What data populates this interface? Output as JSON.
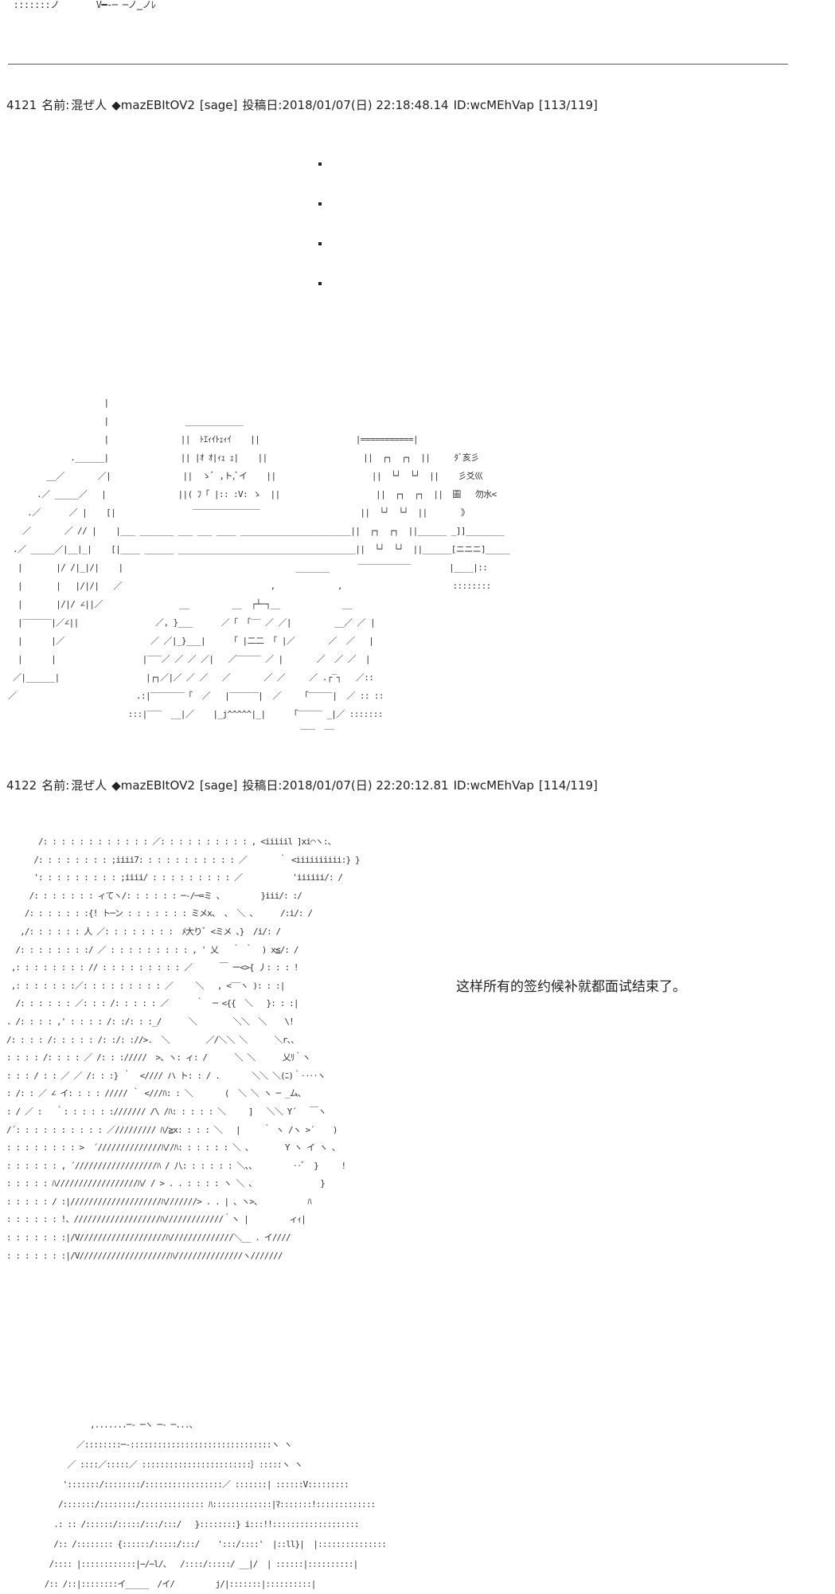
{
  "top_fragment": {
    "aa": " :::::::ノ       V━‐─ ─ノ‗ノﾚ"
  },
  "posts": [
    {
      "number": "4121",
      "name_label": "名前:",
      "name": "混ぜ人",
      "trip": "◆mazEBItOV2",
      "mail": "[sage]",
      "date_label": "投稿日:",
      "date": "2018/01/07(日) 22:18:48.14",
      "id": "ID:wcMEhVap",
      "count": "[113/119]"
    },
    {
      "number": "4122",
      "name_label": "名前:",
      "name": "混ぜ人",
      "trip": "◆mazEBItOV2",
      "mail": "[sage]",
      "date_label": "投稿日:",
      "date": "2018/01/07(日) 22:20:12.81",
      "id": "ID:wcMEhVap",
      "count": "[114/119]"
    }
  ],
  "caption": "这样所有的签约候补就都面试结束了。",
  "aa_scene": "                    |\n                    |                ____________\n                    |               ||  ﾄｴｨｲﾄｪｨｲ    ||                    |===========|\n             .______|               || |ｵ ｵ|ｨｪ ｪ|    ||                    ||  ┌┐  ┌┐  ||     ﾀﾞ亥彡\n        __／       ／|               ||  ゝﾞ ,ト,ﾞイ    ||                    ||  └┘  └┘  ||    彡爻巛\n      .／ _____／   |               ||( ﾌ「 |:: :V: ゝ  ||                    ||  ┌┐  ┌┐  ||  圖   勿水<\n    .／      ／ |    [|                ‾‾‾‾‾‾‾‾‾‾‾‾‾‾                     ||  └┘  └┘  ||       》\n   ／       ／ // |    |___ _______ ___ ___ ____ _______________________||  ┌┐  ┌┐  ||______ _]]________\n .／ _____／|__|_|    [|____ ______ _____________________________________||  └┘  └┘  ||______[ニニニ]_____\n  |       |/ /|_|/|    |                                    _______      ‾‾‾‾‾‾‾‾‾‾‾        |____|::\n  |       |   |/|/|   ／                               ,             ,                       ::::::::\n  |       |/|/ ∠||／                __         __  ┌┴─┐__             __\n  |‾‾‾‾‾‾|／∠||                ／, }___      ／「 「‾‾ ／ ／|         __／ ／ |\n  |      |／                  ／ ／|_}___|     「 |二二 「 |／       ／  ／   |\n  |      |                  |‾‾‾／ ／ ／ ／|   ／‾‾‾‾‾ ／ |       ／  ／ ／  |\n ／|______|                  |┌┐／|／ ／ ／   ／       ／ ／     ／ .┌‾┐   ／::\n／                         .:|‾‾‾‾‾‾‾「  ／   |‾‾‾‾‾‾|  ／    「‾‾‾‾‾|  ／ :: ::\n                         :::|‾‾‾  __|／    |_j^^^^^|_|     「‾‾‾‾‾ _|／ :::::::\n                                                             ‾‾‾  ‾‾",
  "aa_character": "       /: : : : : : : : : : : : ／: : : : : : : : : : , <iiiiil ]xi⌒ヽ:、\n      /: : : : : : : : ;iiii7: : : : : : : : : : : ／       ｀ <iiiiiiiiii:} }\n      ': : : : : : : : : ;iiii/ : : : : : : : : : ／           'iiiiii/: /\n     /: : : : : : : ィてヽ/: : : : : : ─‐/─=ミ 、        }iii/: :/\n    /: : : : : : :{! ト─ン : : : : : : : ミメx、 、 ＼ 、     /:i/: /\n   ,/: : : : : : 人 ／: : : : : : : :  ﾒ大りﾞ <ミメ 、}  /i/: /\n  /: : : : : : : :/ ／ : : : : : : : : : , ' 乂   ｀ ｀  ) x≦/: /\n ,: : : : : : : : // : : : : : : : : : ／      ￣ ー<>{ 丿: : : !\n ,: : : : : : :／: : : : : : : : : ／     ＼   , <‾‾ヽ ): : :|\n  /: : : : : : ／: : : /: : : : : ／      ｀  ─ <{{  ＼   }: : :|\n. /: : : : ,' : : : : /: :/: : :_/      ＼        ＼＼  ＼    \\!\n/: : : : /: : : : : /: :/: ://>.  ＼        ／/＼＼ ＼      ＼r、、\n: : : : /: : : : ／ /: : ://///  >、ヽ: ィ: /      ＼ ＼      乂ﾘ｀ヽ\n: : : / : : ／ ／ /: : :} ｀  <//// ハ ト: : / .       ＼＼ ＼(ﾆ)｀‥‥ヽ\n: /: : ／ ∠ イ: : : : ///// ｀ <///ﾊ: : ＼       (  ＼ ＼ ヽ ─ _ム、\n: / ／ :   ｀: : : : : ://///// /\\ /ﾊ: : : : : ＼     ]   ＼＼ Y´   ￣ヽ\n/´: : : : : : : : : : ／///////// ﾊ/≧x: : : : ＼   |     ｀ ヽ /ヽ >´    )\n: : : : : : : : >  ´//////////////ﾊ//ﾊ: : : : : : ＼ 、       Y ヽ イ ヽ 、\n: : : : : : , ´//////////////////ﾊ / 八: : : : : : ＼、、        ‥ﾞ  }     !\n: : : : : ﾊ//////////////////ﾊ/ / > . . : : : : ヽ ＼ 、              }\n: : : : : / :|////////////////////ﾊ///////> . . | 、ヽ>、          ﾊ\n: : : : : : !、///////////////////ﾊ/////////////｀ヽ |         ィｨ|\n: : : : : : :|/V///////////////////ﾊ//////////////＼__ . イ////\n: : : : : : :|/V////////////////////ﾊ///////////////ヽ///////",
  "aa_bottom": "                  ,.......─‐ ─ヽ ─‐ ─...、\n               ／::::::::─‐:::::::::::::::::::::::::::::::ヽ ヽ\n             ／ ::::／:::::／ ::::::::::::::::::::::::｝:::::ヽ ヽ\n            ':::::::/::::::::/:::::::::::::::::／ :::::::| ::::::V:::::::::\n           /:::::::/::::::::/:::::::::::::: ﾊ:::::::::::::|ﾏ:::::::!:::::::::::::\n          .: :: /::::::/:::::/:::/:::/   }::::::::} i:::!!:::::::::::::::::::\n          /:: /:::::::: {::::::/:::::/:::/    ':::/::::'  |::ll}|  |:::::::::::::::\n         /:::: |::::::::::::|−/−l/、  /::::/:::::/ __|/  | ::::::|::::::::::|\n        /:: /::|::::::::イ_____  /イ/         j/|:::::::|::::::::::|"
}
